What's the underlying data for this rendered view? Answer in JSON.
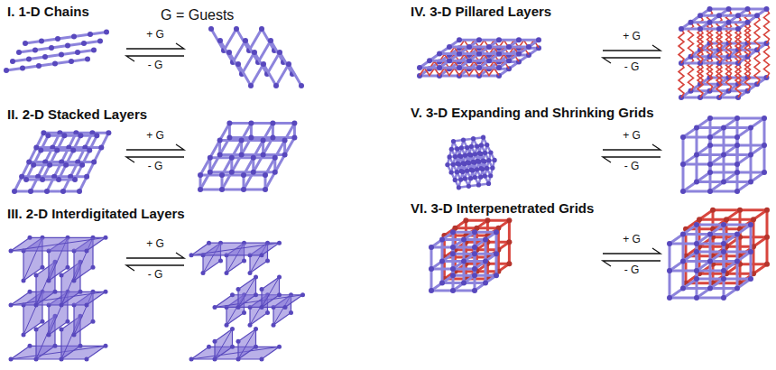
{
  "diagram": {
    "labels": [
      "I. 1-D Chains",
      "G = Guests",
      "+ G",
      "- G",
      "II. 2-D Stacked Layers",
      "+ G",
      "- G",
      "III. 2-D Interdigitated Layers",
      "+ G",
      "- G",
      "IV. 3-D Pillared Layers",
      "+ G",
      "- G",
      "V. 3-D Expanding and Shrinking Grids",
      "+ G",
      "- G",
      "VI. 3-D Interpenetrated Grids",
      "+ G",
      "- G"
    ]
  }
}
